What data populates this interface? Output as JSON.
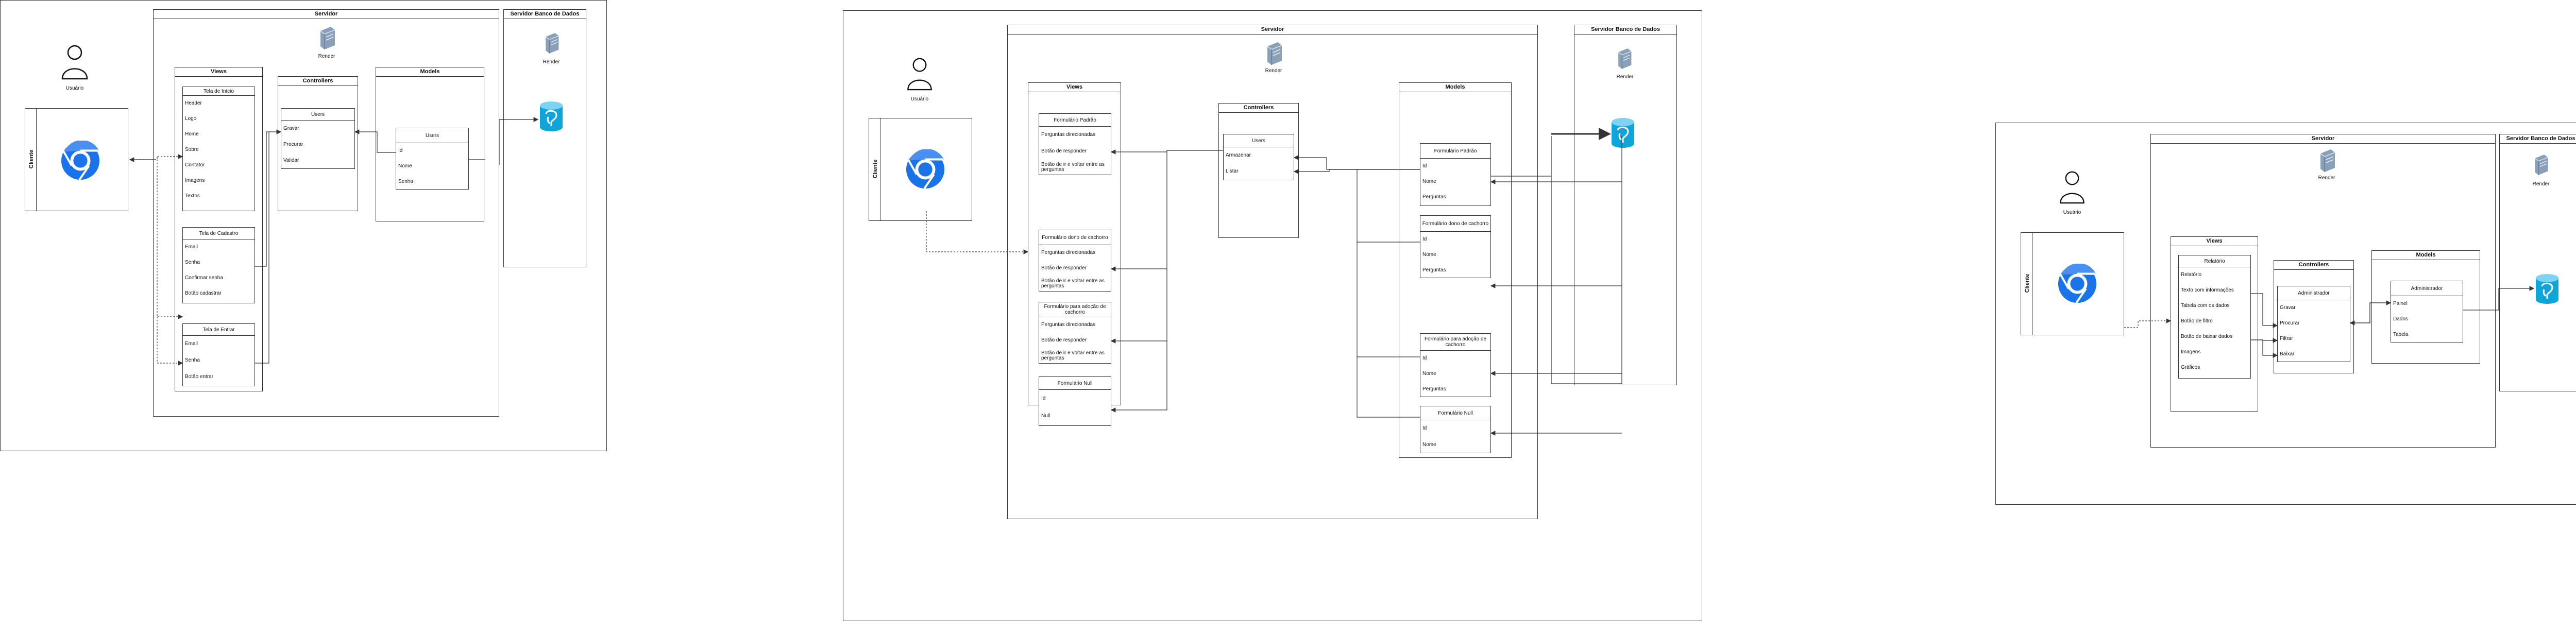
{
  "d1": {
    "server": "Servidor",
    "db_server": "Servidor Banco de Dados",
    "render": "Render",
    "user": "Usuário",
    "client": "Cliente",
    "views": "Views",
    "controllers": "Controllers",
    "models": "Models",
    "tela_inicio": {
      "title": "Tela de Início",
      "rows": [
        "Header",
        "Logo",
        "Home",
        "Sobre",
        "Contator",
        "Imagens",
        "Textos"
      ]
    },
    "tela_cadastro": {
      "title": "Tela de Cadastro",
      "rows": [
        "Email",
        "Senha",
        "Confirmar senha",
        "Botão cadastrar"
      ]
    },
    "tela_entrar": {
      "title": "Tela de Entrar",
      "rows": [
        "Email",
        "Senha",
        "Botão entrar"
      ]
    },
    "ctrl_users": {
      "title": "Users",
      "rows": [
        "Gravar",
        "Procurar",
        "Validar"
      ]
    },
    "model_users": {
      "title": "Users",
      "rows": [
        "Id",
        "Nome",
        "Senha"
      ]
    }
  },
  "d2": {
    "server": "Servidor",
    "db_server": "Servidor Banco de Dados",
    "render": "Render",
    "user": "Usuário",
    "client": "Cliente",
    "views": "Views",
    "controllers": "Controllers",
    "models": "Models",
    "views_forms": [
      {
        "title": "Formulário Padrão",
        "rows": [
          "Perguntas direcionadas",
          "Botão de responder",
          "Botão de ir e voltar entre as perguntas"
        ]
      },
      {
        "title": "Formulário dono de cachorro",
        "rows": [
          "Perguntas direcionadas",
          "Botão de responder",
          "Botão de ir e voltar entre as perguntas"
        ]
      },
      {
        "title": "Formulário para adoção de cachorro",
        "rows": [
          "Perguntas direcionadas",
          "Botão de responder",
          "Botão de ir e voltar entre as perguntas"
        ]
      },
      {
        "title": "Formulário Null",
        "rows": [
          "Id",
          "Null"
        ]
      }
    ],
    "ctrl_users": {
      "title": "Users",
      "rows": [
        "Armazenar",
        "Listar"
      ]
    },
    "model_forms": [
      {
        "title": "Formulário Padrão",
        "rows": [
          "Id",
          "Nome",
          "Perguntas"
        ]
      },
      {
        "title": "Formulário dono de cachorro",
        "rows": [
          "Id",
          "Nome",
          "Perguntas"
        ]
      },
      {
        "title": "Formulário para adoção de cachorro",
        "rows": [
          "Id",
          "Nome",
          "Perguntas"
        ]
      },
      {
        "title": "Formulário Null",
        "rows": [
          "Id",
          "Nome"
        ]
      }
    ]
  },
  "d3": {
    "server": "Servidor",
    "db_server": "Servidor Banco de Dados",
    "render": "Render",
    "user": "Usuário",
    "client": "Cliente",
    "views": "Views",
    "controllers": "Controllers",
    "models": "Models",
    "view_relatorio": {
      "title": "Relatório",
      "rows": [
        "Relatório",
        "Texto com informações",
        "Tabela com os dados",
        "Botão de filtro",
        "Botão de baixar dados",
        "Imagens",
        "Gráficos"
      ]
    },
    "ctrl_admin": {
      "title": "Administrador",
      "rows": [
        "Gravar",
        "Procurar",
        "Filtrar",
        "Baixar"
      ]
    },
    "model_admin": {
      "title": "Administrador",
      "rows": [
        "Painel",
        "Dados",
        "Tabela"
      ]
    }
  },
  "colors": {
    "chrome": "#1a73e8",
    "postgres": "#0ea5d9",
    "server_icon": "#8aa0b8",
    "line": "#333333"
  },
  "icons": {
    "user": "user-icon",
    "browser": "chrome-icon",
    "server": "server-icon",
    "database": "postgres-icon"
  }
}
